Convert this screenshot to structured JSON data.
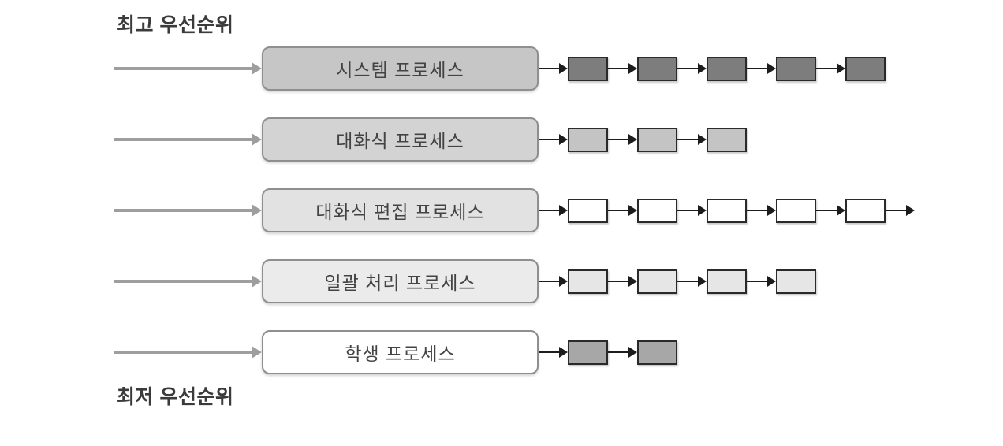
{
  "labels": {
    "top": "최고 우선순위",
    "bottom": "최저 우선순위"
  },
  "colors": {
    "feed_arrow": "#9e9e9e",
    "connector_arrow": "#1c1c1c",
    "box_border": "#8f8f8f",
    "node_border": "#2a2a2a",
    "label_text": "#3b3b3b"
  },
  "rows": [
    {
      "id": "system-process",
      "label": "시스템 프로세스",
      "box_fill": "#c6c6c6",
      "node_fill": "#7d7d7d",
      "nodes": 5,
      "trailing_arrow": false
    },
    {
      "id": "interactive-process",
      "label": "대화식 프로세스",
      "box_fill": "#d3d3d3",
      "node_fill": "#c4c4c4",
      "nodes": 3,
      "trailing_arrow": false
    },
    {
      "id": "interactive-editing-process",
      "label": "대화식 편집 프로세스",
      "box_fill": "#e2e2e2",
      "node_fill": "#ffffff",
      "nodes": 5,
      "trailing_arrow": true
    },
    {
      "id": "batch-process",
      "label": "일괄 처리 프로세스",
      "box_fill": "#ebebeb",
      "node_fill": "#e6e6e6",
      "nodes": 4,
      "trailing_arrow": false
    },
    {
      "id": "student-process",
      "label": "학생 프로세스",
      "box_fill": "#ffffff",
      "node_fill": "#a7a7a7",
      "nodes": 2,
      "trailing_arrow": false
    }
  ]
}
